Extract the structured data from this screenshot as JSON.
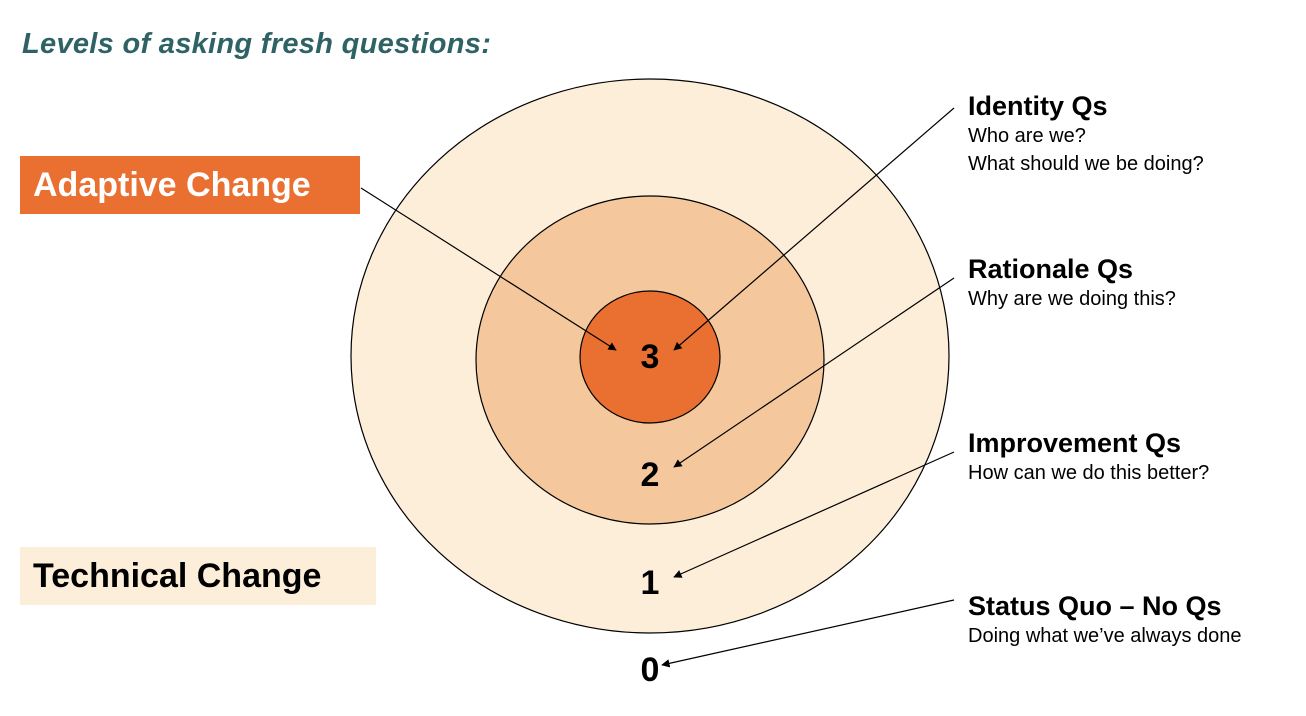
{
  "title": "Levels of asking fresh questions:",
  "labels": {
    "adaptive": "Adaptive Change",
    "technical": "Technical Change"
  },
  "levels": [
    {
      "number": "3",
      "heading": "Identity Qs",
      "lines": [
        "Who are we?",
        "What should we be doing?"
      ]
    },
    {
      "number": "2",
      "heading": "Rationale Qs",
      "lines": [
        "Why are we doing this?"
      ]
    },
    {
      "number": "1",
      "heading": "Improvement Qs",
      "lines": [
        "How can we do this better?"
      ]
    },
    {
      "number": "0",
      "heading": "Status Quo – No Qs",
      "lines": [
        "Doing what we’ve always done"
      ]
    }
  ],
  "colors": {
    "title": "#2e6264",
    "outer_ring": "#fdeed9",
    "middle_ring": "#f4c89c",
    "inner_circle": "#ea7031",
    "adaptive_box": "#ea7031",
    "technical_box": "#fdeed9"
  }
}
